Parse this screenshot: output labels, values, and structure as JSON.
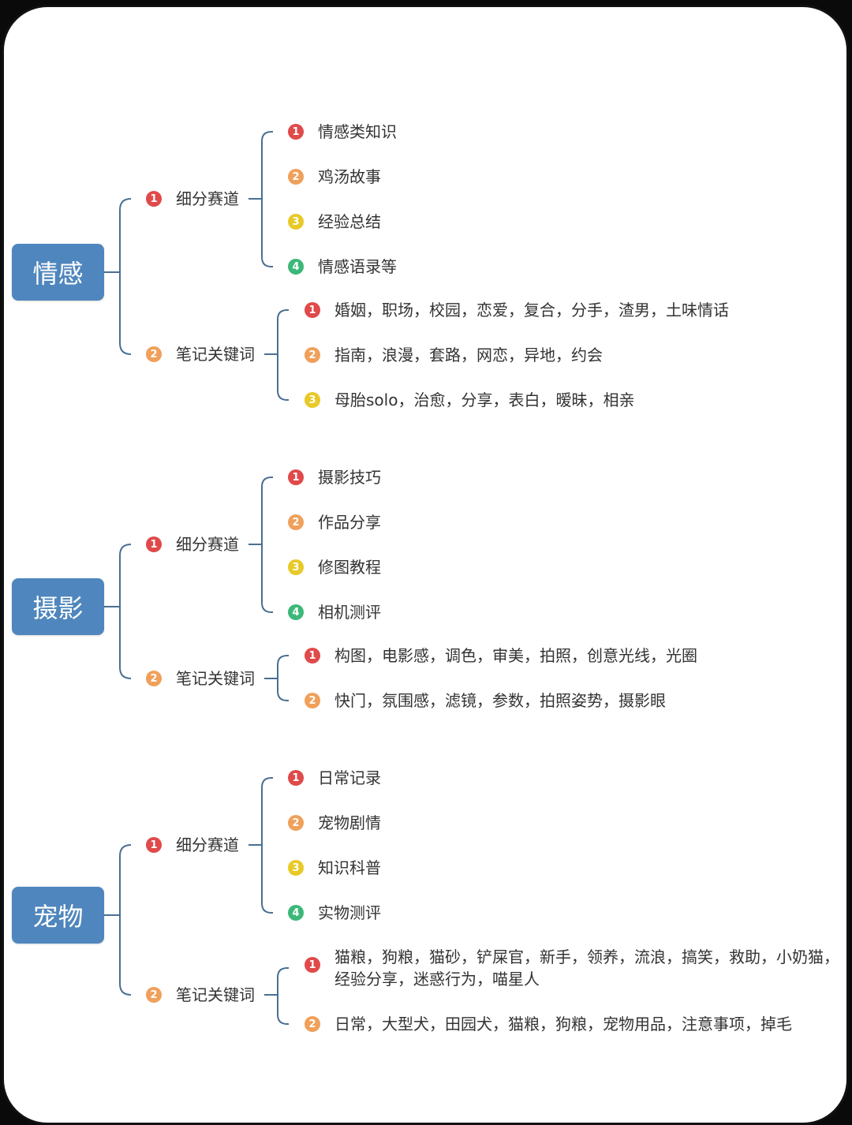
{
  "colors": {
    "connector": "#4a6f92",
    "root_fill": "#4f86bd",
    "badge_1": "#e04a4a",
    "badge_2": "#f0a05a",
    "badge_3": "#e8c927",
    "badge_4": "#3cb878"
  },
  "groups": [
    {
      "title": "情感",
      "branches": [
        {
          "num": "1",
          "label": "细分赛道",
          "items": [
            {
              "num": "1",
              "text": "情感类知识"
            },
            {
              "num": "2",
              "text": "鸡汤故事"
            },
            {
              "num": "3",
              "text": "经验总结"
            },
            {
              "num": "4",
              "text": "情感语录等"
            }
          ]
        },
        {
          "num": "2",
          "label": "笔记关键词",
          "items": [
            {
              "num": "1",
              "text": "婚姻，职场，校园，恋爱，复合，分手，渣男，土味情话"
            },
            {
              "num": "2",
              "text": "指南，浪漫，套路，网恋，异地，约会"
            },
            {
              "num": "3",
              "text": "母胎solo，治愈，分享，表白，暧昧，相亲"
            }
          ]
        }
      ]
    },
    {
      "title": "摄影",
      "branches": [
        {
          "num": "1",
          "label": "细分赛道",
          "items": [
            {
              "num": "1",
              "text": "摄影技巧"
            },
            {
              "num": "2",
              "text": "作品分享"
            },
            {
              "num": "3",
              "text": "修图教程"
            },
            {
              "num": "4",
              "text": "相机测评"
            }
          ]
        },
        {
          "num": "2",
          "label": "笔记关键词",
          "items": [
            {
              "num": "1",
              "text": "构图，电影感，调色，审美，拍照，创意光线，光圈"
            },
            {
              "num": "2",
              "text": "快门，氛围感，滤镜，参数，拍照姿势，摄影眼"
            }
          ]
        }
      ]
    },
    {
      "title": "宠物",
      "branches": [
        {
          "num": "1",
          "label": "细分赛道",
          "items": [
            {
              "num": "1",
              "text": "日常记录"
            },
            {
              "num": "2",
              "text": "宠物剧情"
            },
            {
              "num": "3",
              "text": "知识科普"
            },
            {
              "num": "4",
              "text": "实物测评"
            }
          ]
        },
        {
          "num": "2",
          "label": "笔记关键词",
          "items": [
            {
              "num": "1",
              "text": "猫粮，狗粮，猫砂，铲屎官，新手，领养，流浪，搞笑，救助，小奶猫，经验分享，迷惑行为，喵星人"
            },
            {
              "num": "2",
              "text": "日常，大型犬，田园犬，猫粮，狗粮，宠物用品，注意事项，掉毛"
            }
          ]
        }
      ]
    }
  ]
}
